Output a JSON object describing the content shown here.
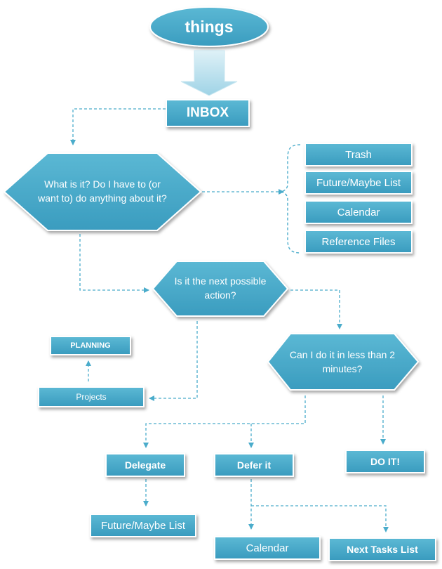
{
  "colors": {
    "fill": "#4aaccb",
    "fill_light": "#5bb8d4",
    "connector": "#4aaccb",
    "text": "#ffffff"
  },
  "start": {
    "label": "things"
  },
  "inbox": {
    "label": "INBOX"
  },
  "decisions": {
    "what_is_it": "What is it? Do I have to (or want to) do anything about it?",
    "next_action": "Is it the next possible action?",
    "two_minutes": "Can I do it in less than 2 minutes?"
  },
  "non_actionable": {
    "trash": "Trash",
    "future_maybe": "Future/Maybe List",
    "calendar": "Calendar",
    "reference": "Reference Files"
  },
  "planning": {
    "planning": "PLANNING",
    "projects": "Projects"
  },
  "outcomes": {
    "delegate": "Delegate",
    "defer": "Defer it",
    "do_it": "DO IT!",
    "future_maybe": "Future/Maybe List",
    "calendar": "Calendar",
    "next_tasks": "Next Tasks List"
  }
}
